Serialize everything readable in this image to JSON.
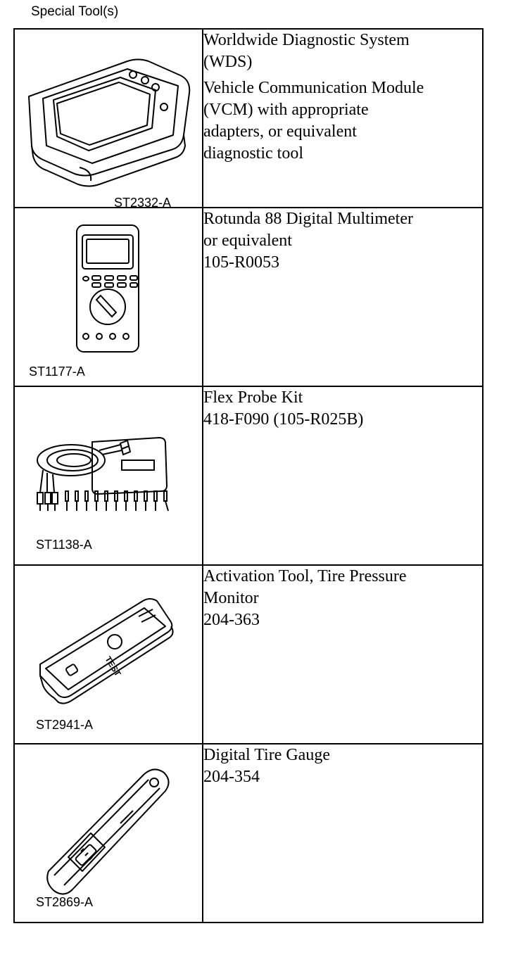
{
  "heading": "Special Tool(s)",
  "tools": [
    {
      "code": "ST2332-A",
      "icon": "diagnostic-tablet-icon",
      "paragraphs": [
        [
          "Worldwide Diagnostic System",
          "(WDS)"
        ],
        [
          "Vehicle Communication Module",
          "(VCM) with appropriate",
          "adapters, or equivalent",
          "diagnostic tool"
        ]
      ]
    },
    {
      "code": "ST1177-A",
      "icon": "multimeter-icon",
      "paragraphs": [
        [
          "Rotunda 88 Digital Multimeter",
          "or equivalent",
          "105-R0053"
        ]
      ]
    },
    {
      "code": "ST1138-A",
      "icon": "probe-kit-icon",
      "paragraphs": [
        [
          "Flex Probe Kit",
          "418-F090 (105-R025B)"
        ]
      ]
    },
    {
      "code": "ST2941-A",
      "icon": "activation-tool-icon",
      "button_text": "TEST",
      "paragraphs": [
        [
          "Activation Tool, Tire Pressure",
          "Monitor",
          "204-363"
        ]
      ]
    },
    {
      "code": "ST2869-A",
      "icon": "tire-gauge-icon",
      "paragraphs": [
        [
          "Digital Tire Gauge",
          "204-354"
        ]
      ]
    }
  ]
}
